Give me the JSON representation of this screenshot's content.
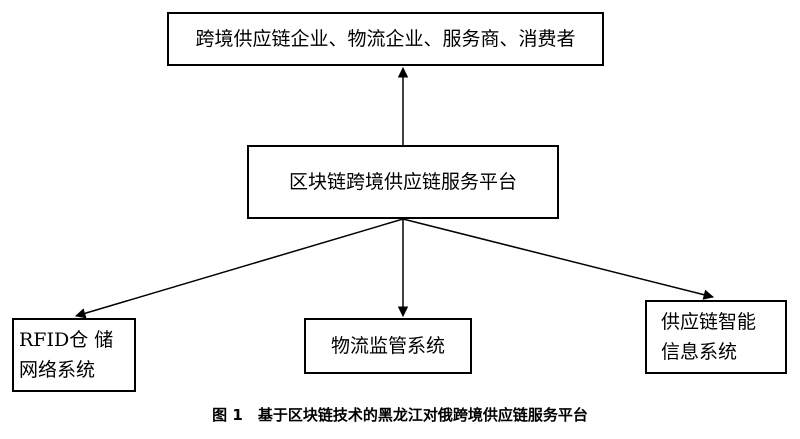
{
  "diagram": {
    "top_box": "跨境供应链企业、物流企业、服务商、消费者",
    "center_box": "区块链跨境供应链服务平台",
    "left_box": "RFID仓 储网络系统",
    "middle_box": "物流监管系统",
    "right_box": "供应链智能信息系统"
  },
  "caption": "图 1　基于区块链技术的黑龙江对俄跨境供应链服务平台"
}
